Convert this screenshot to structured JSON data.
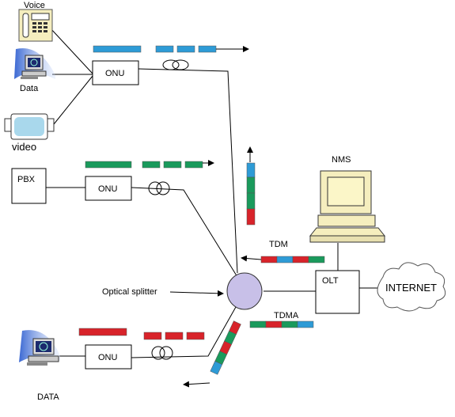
{
  "labels": {
    "voice": "Voice",
    "data_top": "Data",
    "video": "video",
    "onu_top": "ONU",
    "pbx": "PBX",
    "onu_mid": "ONU",
    "nms": "NMS",
    "tdm": "TDM",
    "optical_splitter": "Optical splitter",
    "olt": "OLT",
    "internet": "INTERNET",
    "tdma": "TDMA",
    "onu_bottom": "ONU",
    "data_bottom": "DATA"
  },
  "colors": {
    "blue": "#2e9bd6",
    "green": "#1a9a5c",
    "red": "#d8232a",
    "splitter": "#c8c0e8"
  }
}
